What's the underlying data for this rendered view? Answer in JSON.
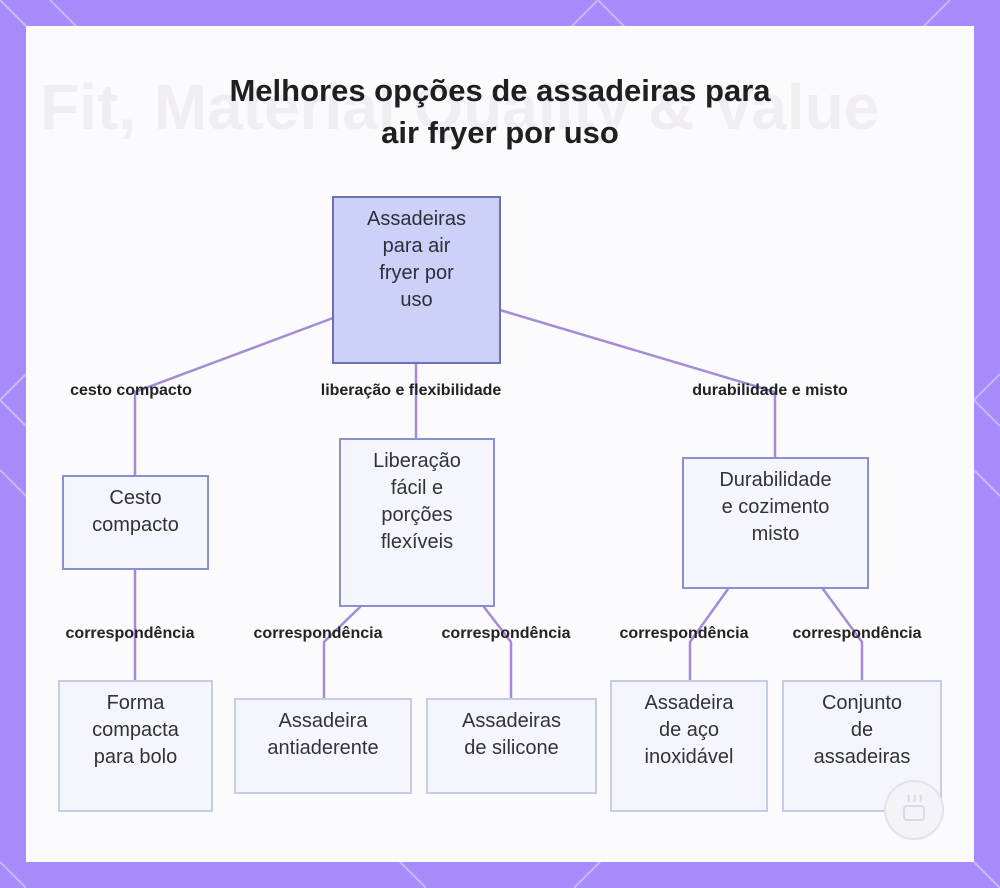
{
  "title": {
    "line1": "Melhores opções de assadeiras para",
    "line2": "air fryer por uso"
  },
  "watermark": "Fit, Material Quality & Value",
  "nodes": {
    "root": [
      "Assadeiras",
      "para air",
      "fryer por",
      "uso"
    ],
    "compact": [
      "Cesto",
      "compacto"
    ],
    "release": [
      "Liberação",
      "fácil e",
      "porções",
      "flexíveis"
    ],
    "durability": [
      "Durabilidade",
      "e cozimento",
      "misto"
    ],
    "cake_pan": [
      "Forma",
      "compacta",
      "para bolo"
    ],
    "nonstick": [
      "Assadeira",
      "antiaderente"
    ],
    "silicone": [
      "Assadeiras",
      "de silicone"
    ],
    "steel": [
      "Assadeira",
      "de aço",
      "inoxidável"
    ],
    "set": [
      "Conjunto",
      "de",
      "assadeiras"
    ]
  },
  "edge_labels": {
    "compact": "cesto compacto",
    "release": "liberação e flexibilidade",
    "durability": "durabilidade e misto",
    "match": "correspondência"
  },
  "colors": {
    "frame": "#a78bfa",
    "edge": "#a58ad6",
    "root_fill": "#cdd0f7",
    "node_fill": "#f5f6fd"
  }
}
